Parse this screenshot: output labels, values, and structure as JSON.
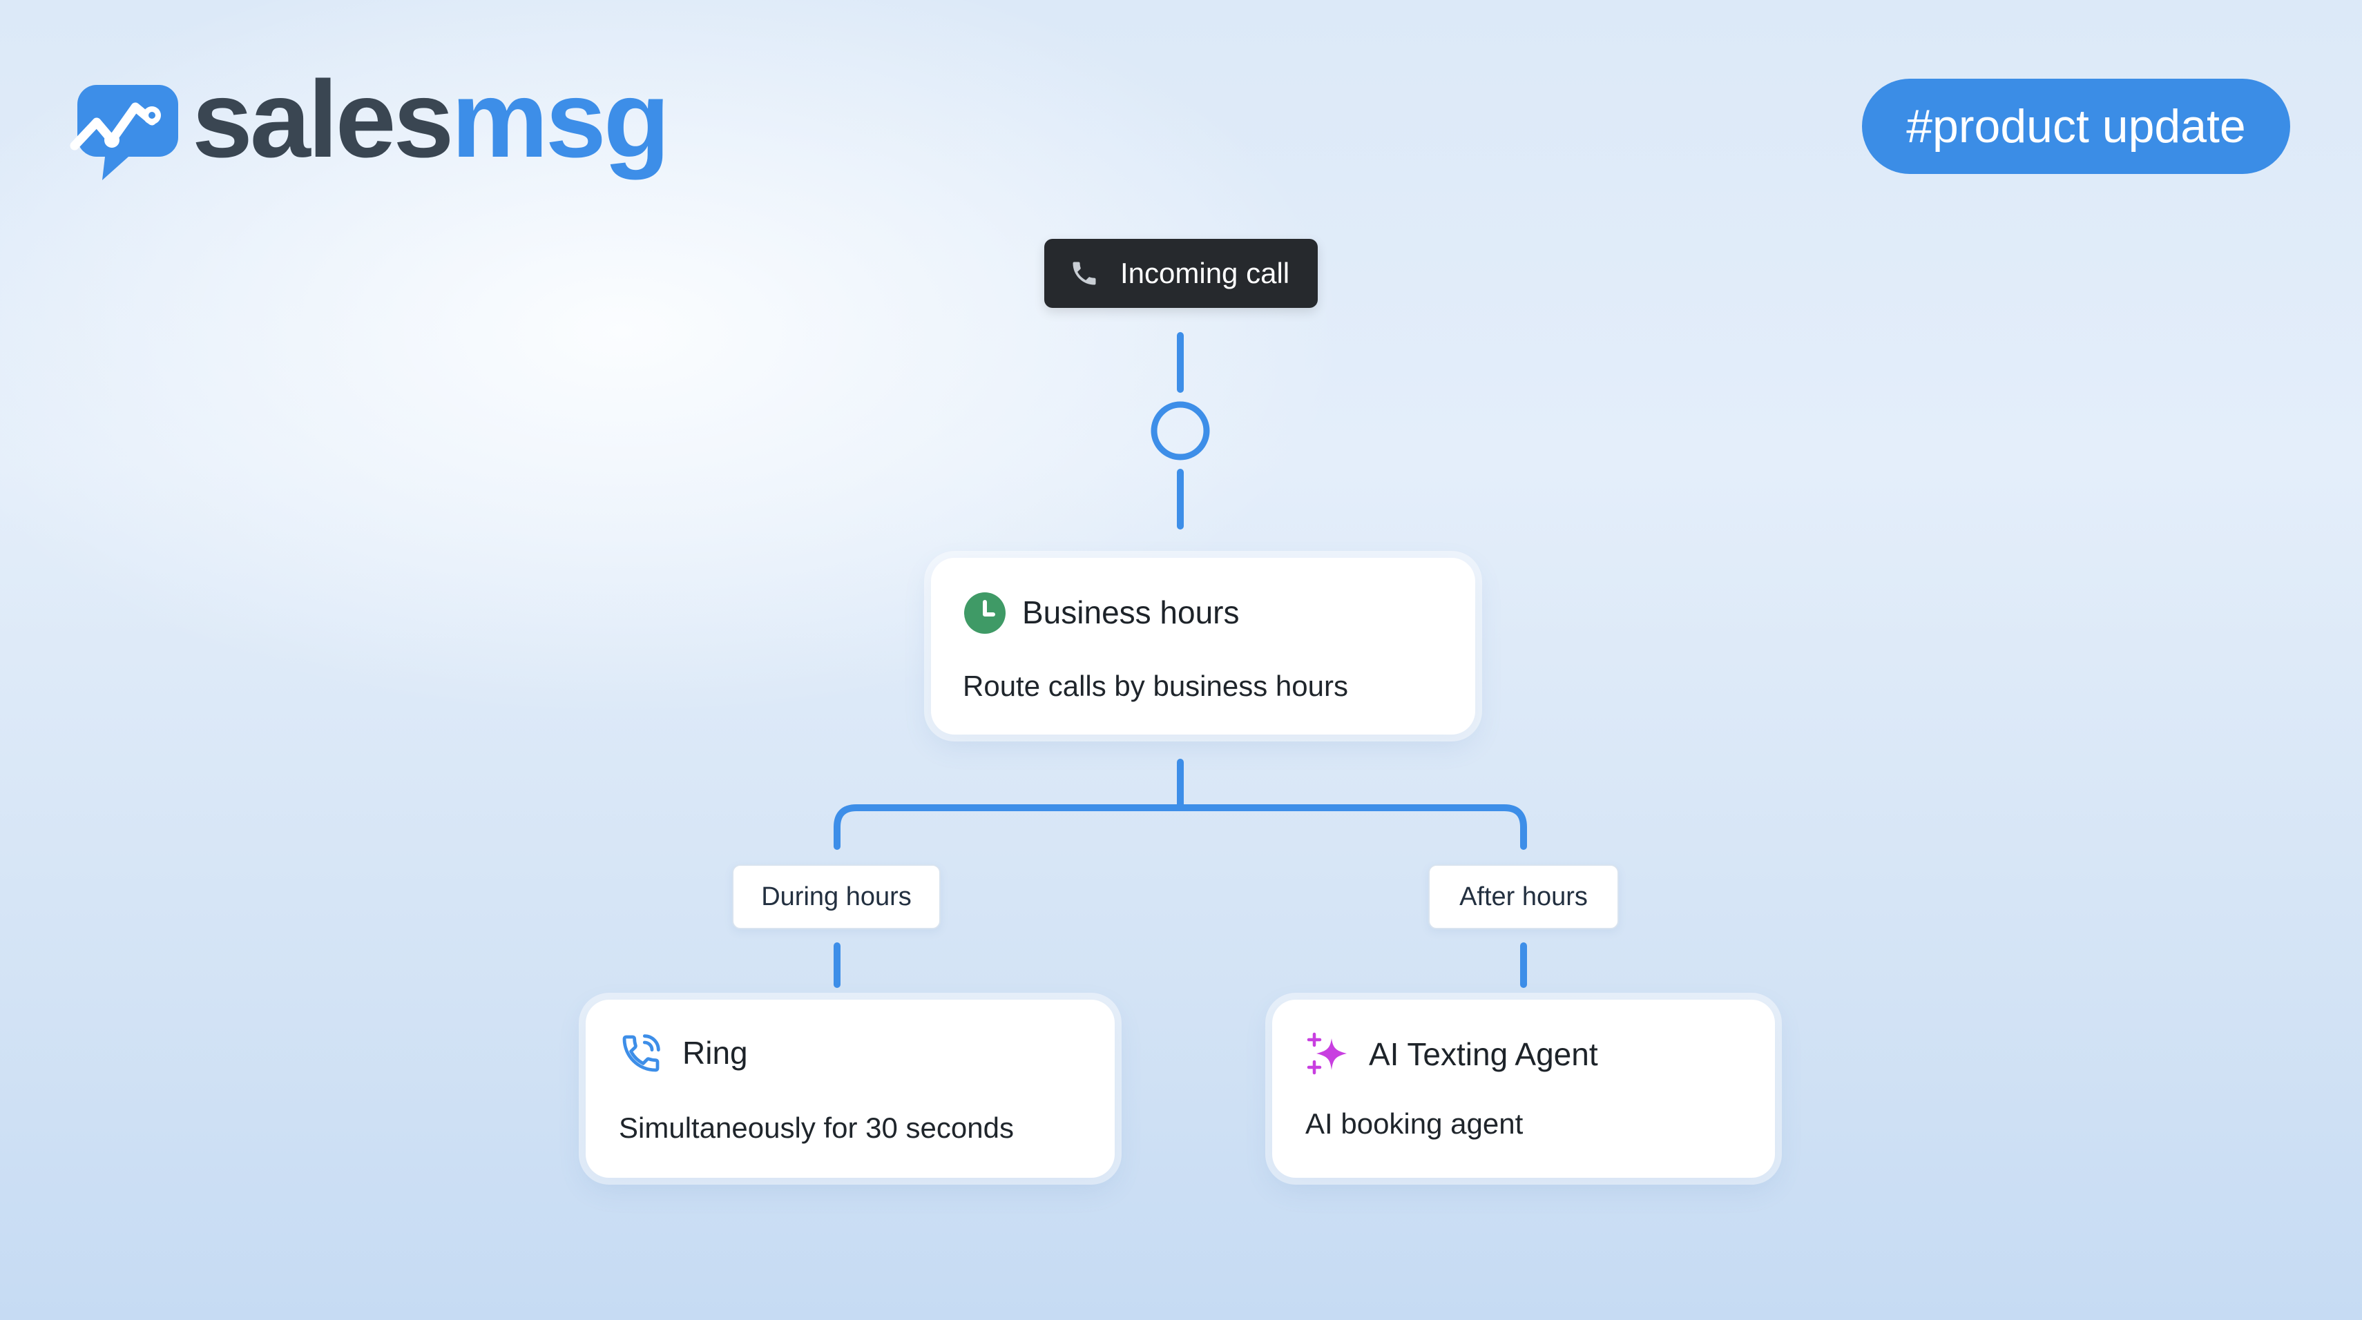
{
  "brand": {
    "name_part1": "sales",
    "name_part2": "msg",
    "colors": {
      "dark": "#3a4652",
      "blue": "#3d8ee8"
    }
  },
  "badge": {
    "label": "#product update",
    "color": "#3b8de6"
  },
  "flow": {
    "start": {
      "label": "Incoming call",
      "icon": "phone-icon"
    },
    "business_hours": {
      "title": "Business hours",
      "subtitle": "Route calls by business hours",
      "icon": "clock-icon",
      "icon_color": "#3f9a66"
    },
    "branches": {
      "during": "During hours",
      "after": "After hours"
    },
    "ring": {
      "title": "Ring",
      "subtitle": "Simultaneously for 30 seconds",
      "icon": "phone-ringing-icon",
      "icon_color": "#3d8ee8"
    },
    "ai_agent": {
      "title": "AI Texting Agent",
      "subtitle": "AI booking agent",
      "icon": "sparkles-icon",
      "icon_color": "#c83fe0"
    },
    "connector_color": "#3d8ee8"
  }
}
